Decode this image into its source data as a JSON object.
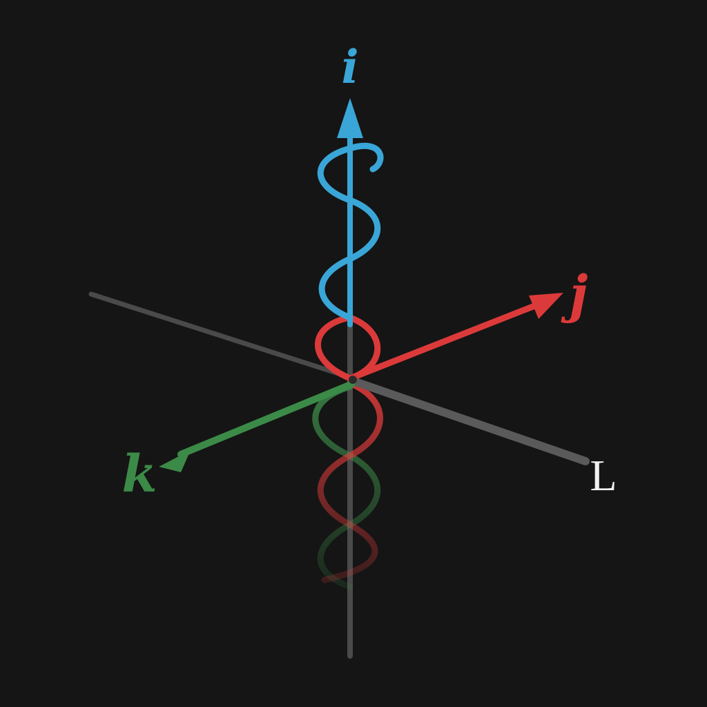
{
  "labels": {
    "i": "i",
    "j": "j",
    "k": "k",
    "L": "L"
  },
  "colors": {
    "background": "#151515",
    "i_axis": "#3aa6d8",
    "j_axis": "#dc3a3a",
    "k_axis": "#3c8a48",
    "L_axis": "#5a5a5a",
    "L_label": "#f2f2f2",
    "neutral_axis": "#4a4a4a"
  },
  "icons": {
    "i_arrowhead": "cone-arrowhead-icon",
    "j_arrowhead": "cone-arrowhead-icon",
    "k_arrowhead": "cone-arrowhead-icon"
  }
}
